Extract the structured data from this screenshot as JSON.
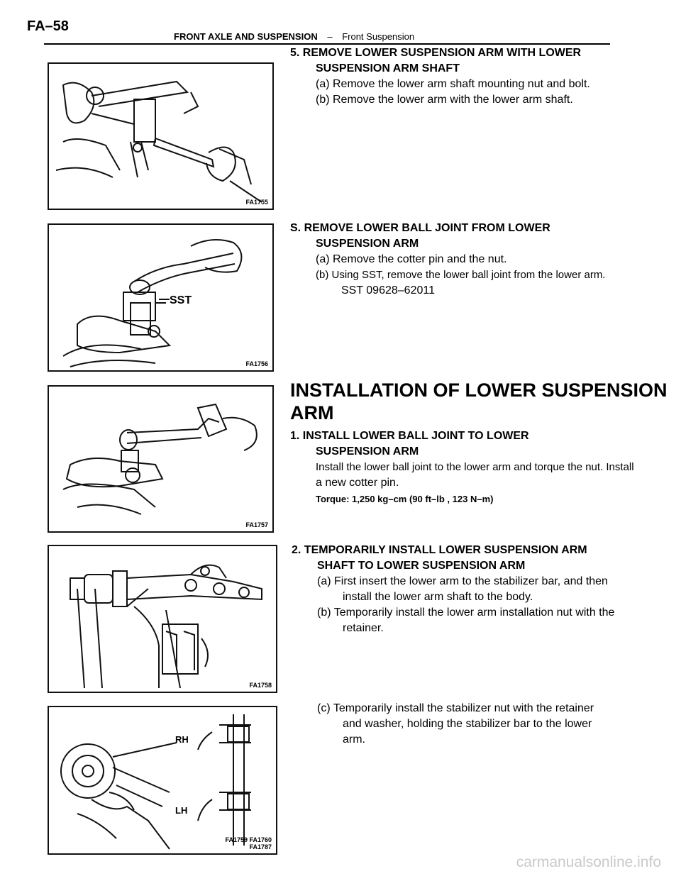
{
  "header": {
    "page_number": "FA–58",
    "section": "FRONT AXLE AND SUSPENSION",
    "separator": "–",
    "subsection": "Front Suspension"
  },
  "figures": {
    "fig1": "FA1755",
    "fig2": "FA1756",
    "fig2_callout": "SST",
    "fig3": "FA1757",
    "fig4": "FA1758",
    "fig5_line1": "FA1759 FA1760",
    "fig5_line2": "FA1787",
    "fig5_rh": "RH",
    "fig5_lh": "LH"
  },
  "step5": {
    "title_line1": "5. REMOVE LOWER SUSPENSION ARM WITH LOWER",
    "title_line2": "SUSPENSION ARM SHAFT",
    "a": "(a) Remove the lower arm shaft mounting nut and bolt.",
    "b": "(b) Remove the lower arm with the lower arm shaft."
  },
  "step6": {
    "title_line1": "S. REMOVE LOWER BALL JOINT FROM LOWER",
    "title_line2": "SUSPENSION ARM",
    "a": "(a) Remove the cotter pin and the nut.",
    "b": "(b) Using SST, remove the lower ball joint from the lower arm.",
    "sst": "SST 09628–62011"
  },
  "install": {
    "heading_line1": "INSTALLATION OF LOWER SUSPENSION",
    "heading_line2": "ARM",
    "step1_line1": "1. INSTALL LOWER BALL JOINT TO LOWER",
    "step1_line2": "SUSPENSION ARM",
    "step1_body1": "Install the lower ball joint to the lower arm and torque the nut. Install",
    "step1_body2": "a new cotter pin.",
    "torque": "Torque: 1,250 kg–cm (90  ft–lb  , 123 N–m)",
    "step2_line1": "2. TEMPORARILY INSTALL LOWER SUSPENSION ARM",
    "step2_line2": "SHAFT TO LOWER SUSPENSION ARM",
    "step2_a1": "(a) First insert the lower arm to the stabilizer bar, and then",
    "step2_a2": "install the lower arm shaft to the body.",
    "step2_b1": "(b) Temporarily install the lower arm installation nut with the",
    "step2_b2": "retainer.",
    "step2_c1": "(c) Temporarily install the stabilizer nut with the retainer",
    "step2_c2": "and washer, holding the stabilizer bar to the lower",
    "step2_c3": "arm."
  },
  "watermark": "carmanualsonline.info"
}
